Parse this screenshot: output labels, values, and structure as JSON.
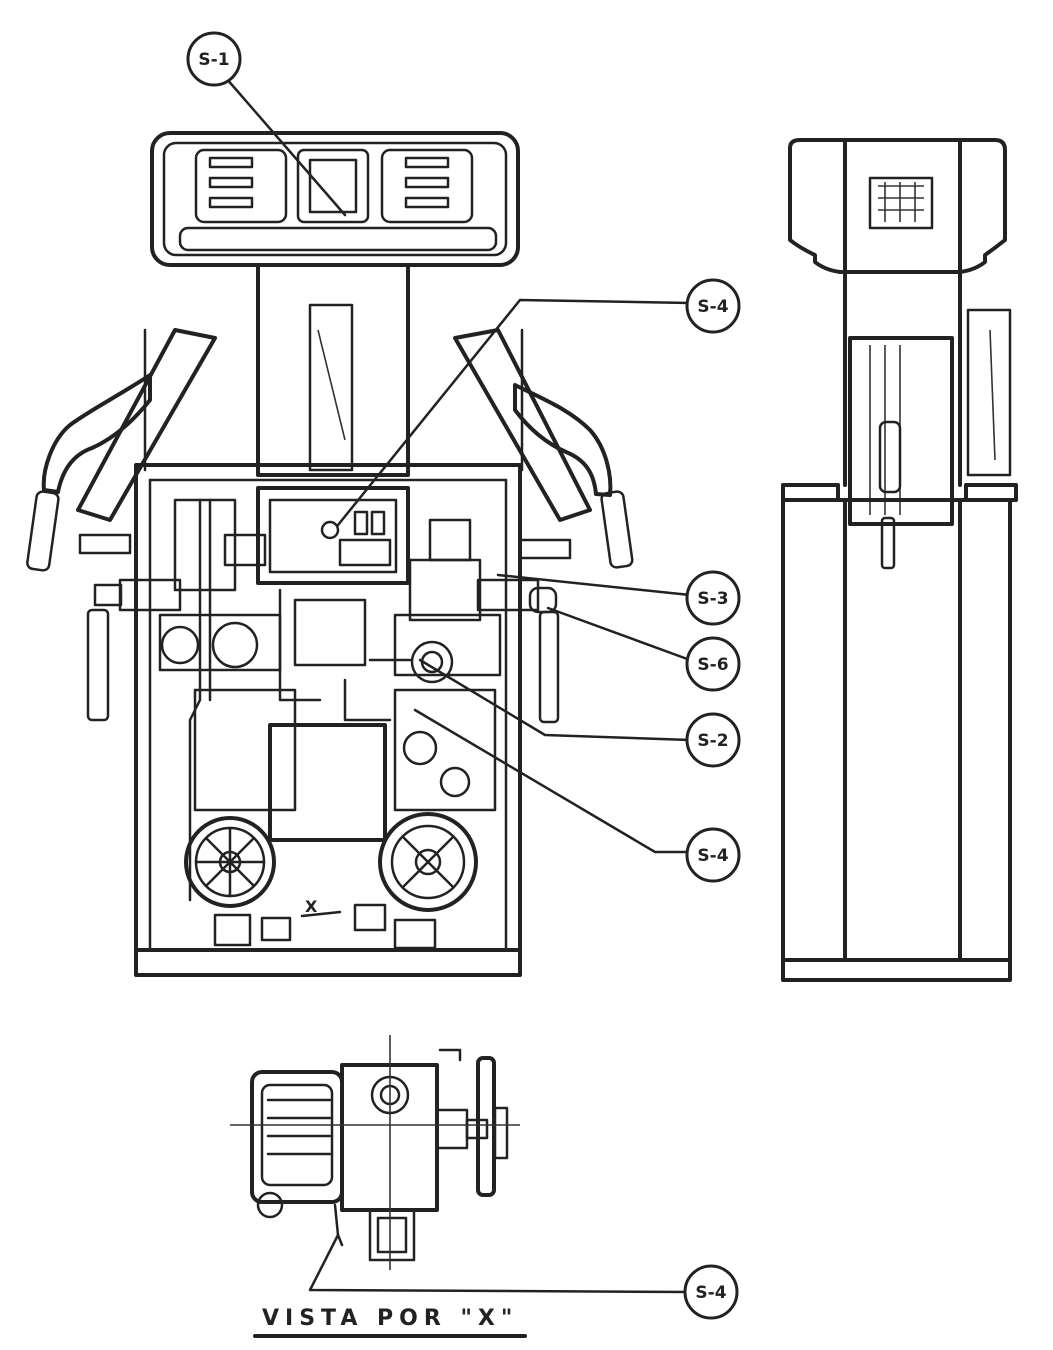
{
  "callouts": {
    "s1": "S-1",
    "s4_top": "S-4",
    "s3": "S-3",
    "s6": "S-6",
    "s2": "S-2",
    "s4_mid": "S-4",
    "s4_bottom": "S-4"
  },
  "view_marker": "X",
  "caption": "VISTA POR \"X\"",
  "colors": {
    "ink": "#222222",
    "paper": "#ffffff"
  }
}
